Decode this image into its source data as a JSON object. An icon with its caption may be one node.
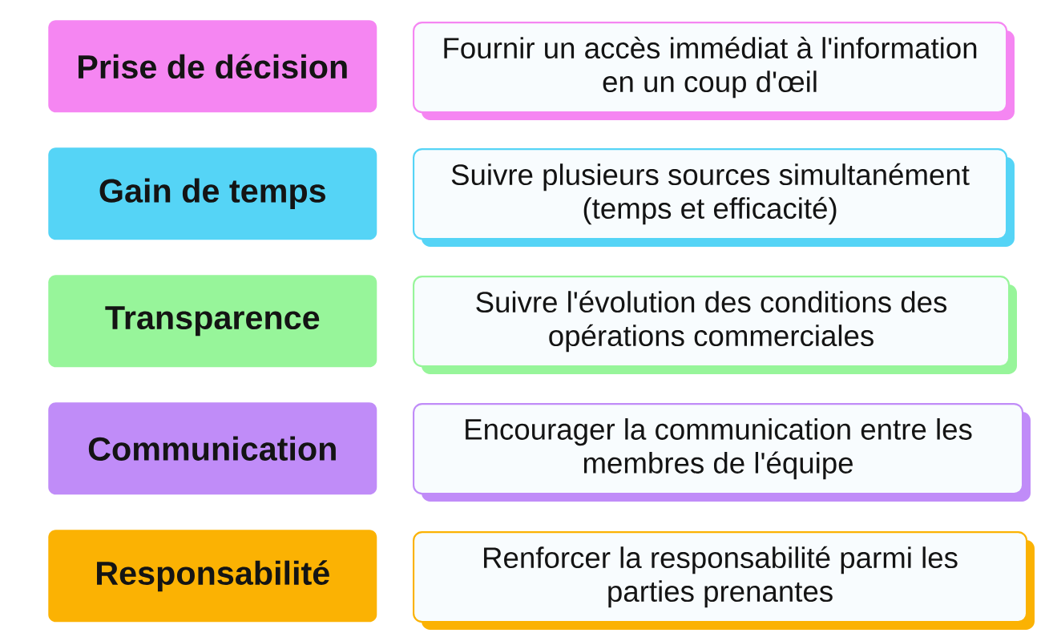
{
  "diagram": {
    "nodes": [
      {
        "text": [
          "Prise de décision"
        ]
      },
      {
        "text": [
          "Fournir un accès immédiat à l'information en un coup d'œil"
        ]
      },
      {
        "text": [
          "Gain de temps"
        ]
      },
      {
        "text": [
          "Suivre plusieurs sources simultanément (temps et efficacité)"
        ]
      },
      {
        "text": [
          "Transparence"
        ]
      },
      {
        "text": [
          "Suivre l'évolution des conditions des opérations commerciales"
        ]
      },
      {
        "text": [
          "Communication"
        ]
      },
      {
        "text": [
          "Encourager la communication entre les membres de l'équipe"
        ]
      },
      {
        "text": [
          "Responsabilité"
        ]
      },
      {
        "text": [
          "Renforcer la responsabilité parmi les parties prenantes"
        ]
      }
    ]
  }
}
